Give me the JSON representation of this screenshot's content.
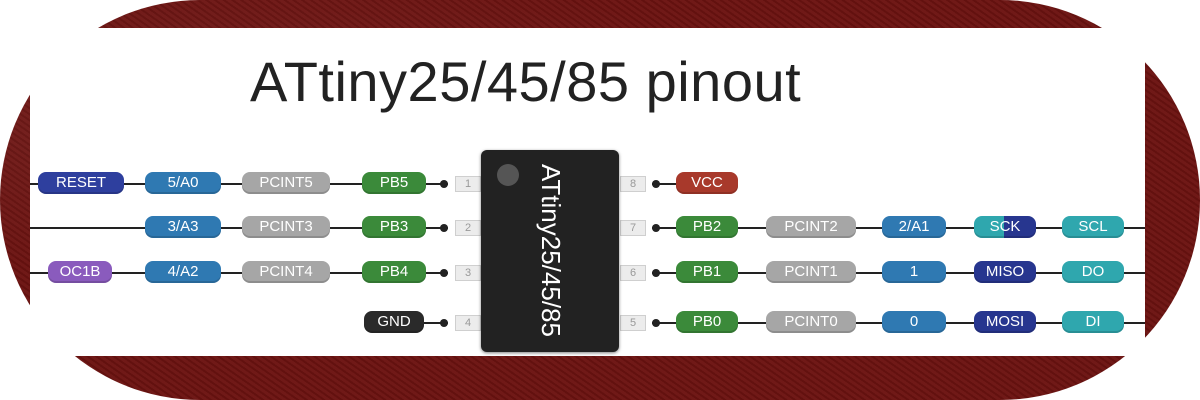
{
  "title": "ATtiny25/45/85 pinout",
  "chip": {
    "label": "ATtiny25/45/85"
  },
  "left_pins": [
    {
      "number": "1",
      "labels": [
        "RESET",
        "5/A0",
        "PCINT5",
        "PB5"
      ]
    },
    {
      "number": "2",
      "labels": [
        "3/A3",
        "PCINT3",
        "PB3"
      ]
    },
    {
      "number": "3",
      "labels": [
        "OC1B",
        "4/A2",
        "PCINT4",
        "PB4"
      ]
    },
    {
      "number": "4",
      "labels": [
        "GND"
      ]
    }
  ],
  "right_pins": [
    {
      "number": "8",
      "labels": [
        "VCC"
      ]
    },
    {
      "number": "7",
      "labels": [
        "PB2",
        "PCINT2",
        "2/A1",
        "SCK",
        "SCL"
      ]
    },
    {
      "number": "6",
      "labels": [
        "PB1",
        "PCINT1",
        "1",
        "MISO",
        "DO"
      ]
    },
    {
      "number": "5",
      "labels": [
        "PB0",
        "PCINT0",
        "0",
        "MOSI",
        "DI"
      ]
    }
  ],
  "colors": {
    "frame": "#6b1210",
    "reset": "#2e3f9e",
    "arduino_pin": "#2f79b2",
    "pcint": "#a6a6a6",
    "port": "#3b8a3a",
    "timer": "#8a5bbd",
    "gnd": "#2a2a2a",
    "vcc": "#a8392b",
    "i2c": "#2fa7ae",
    "spi": "#27368f"
  }
}
